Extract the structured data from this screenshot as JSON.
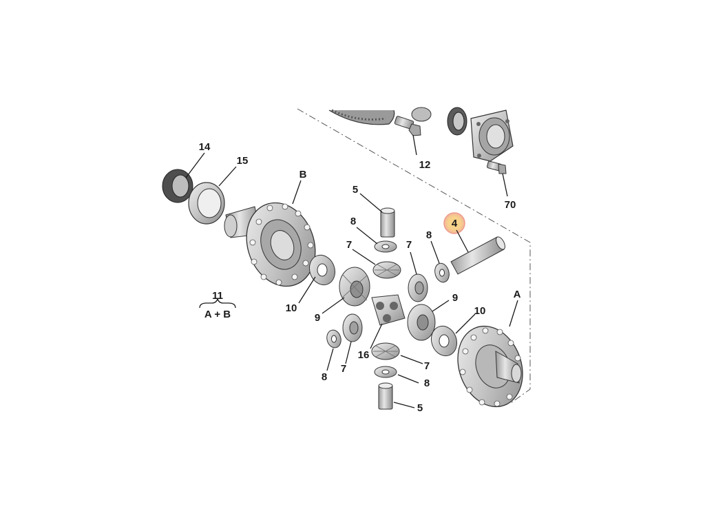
{
  "callouts": {
    "c14": "14",
    "c15": "15",
    "cB": "B",
    "c12": "12",
    "c70": "70",
    "c5_top": "5",
    "c8_top": "8",
    "c7_left_top": "7",
    "c7_right_top": "7",
    "c8_right": "8",
    "c4": "4",
    "c11": "11",
    "c11_sub": "A + B",
    "c10_left": "10",
    "c9_left": "9",
    "c9_right": "9",
    "c10_right": "10",
    "cA": "A",
    "c8_lower_left": "8",
    "c7_lower_left": "7",
    "c16": "16",
    "c7_lower_right": "7",
    "c8_lower_right": "8",
    "c5_bottom": "5"
  },
  "colors": {
    "highlight_fill": "#f7d28a",
    "highlight_ring": "#ee9a8a",
    "part_metal": "#c9c9c9",
    "part_dark": "#7a7a7a"
  }
}
